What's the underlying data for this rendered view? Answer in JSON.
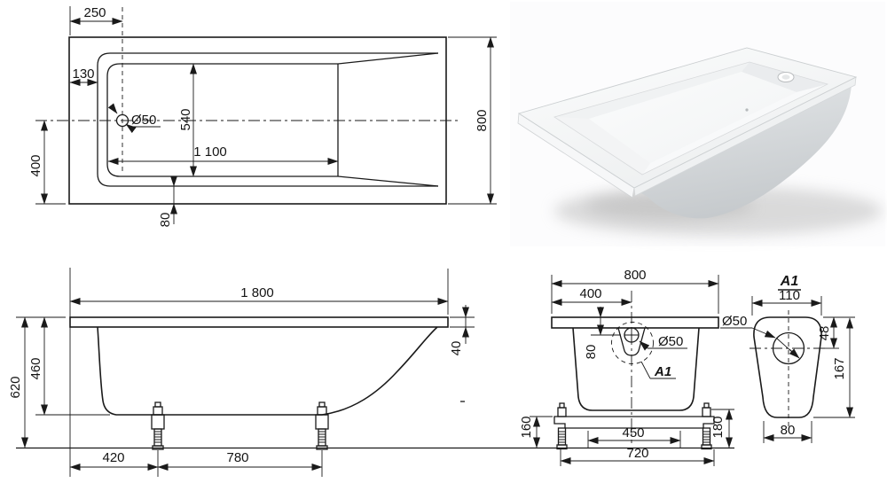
{
  "drawing": {
    "plan": {
      "d250": "250",
      "d130": "130",
      "d540": "540",
      "dDrain": "Ø50",
      "d1100": "1 100",
      "d400": "400",
      "d80": "80",
      "d800": "800"
    },
    "side": {
      "d1800": "1 800",
      "d620": "620",
      "d460": "460",
      "d40": "40",
      "d420": "420",
      "d780": "780"
    },
    "end": {
      "d800": "800",
      "d400": "400",
      "d80": "80",
      "dDrain": "Ø50",
      "detailRef": "A1",
      "d160": "160",
      "d450": "450",
      "d720": "720",
      "d180": "180"
    },
    "detail": {
      "title": "A1",
      "d110": "110",
      "dDrain": "Ø50",
      "d48": "48",
      "d167": "167",
      "d80": "80"
    },
    "colors": {
      "line": "#1a1a1a",
      "background": "#ffffff",
      "tub_body_gray": "#c9cccf"
    }
  }
}
